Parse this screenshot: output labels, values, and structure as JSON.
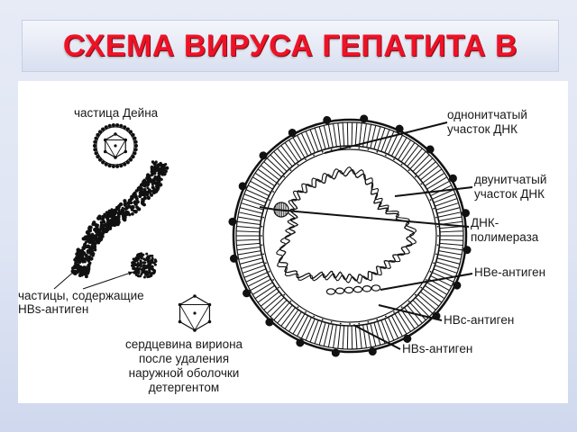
{
  "title": "СХЕМА ВИРУСА ГЕПАТИТА В",
  "colors": {
    "title": "#ee1226",
    "background": "#e3e8f5",
    "panel": "#ffffff",
    "ink": "#111111"
  },
  "labels": {
    "dane_particle": "частица Дейна",
    "hbs_particles_line1": "частицы, содержащие",
    "hbs_particles_line2": "HBs-антиген",
    "core_line1": "сердцевина вириона",
    "core_line2": "после удаления",
    "core_line3": "наружной оболочки",
    "core_line4": "детергентом",
    "ssdna_line1": "однонитчатый",
    "ssdna_line2": "участок ДНК",
    "dsdna_line1": "двунитчатый",
    "dsdna_line2": "участок ДНК",
    "polymerase_line1": "ДНК-",
    "polymerase_line2": "полимераза",
    "hbe": "HBe-антиген",
    "hbc": "HBc-антиген",
    "hbs": "HBs-антиген"
  }
}
